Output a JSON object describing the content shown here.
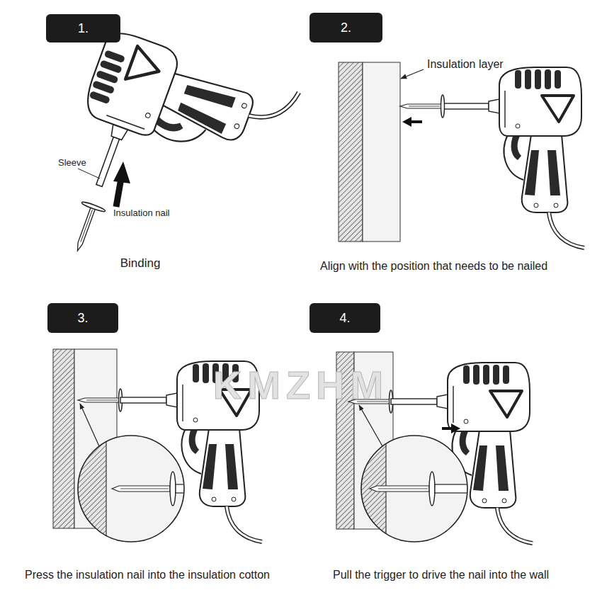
{
  "diagram": {
    "nodes": [
      {
        "text": [
          "1."
        ]
      },
      {
        "text": [
          "2."
        ]
      },
      {
        "text": [
          "3."
        ]
      },
      {
        "text": [
          "4."
        ]
      }
    ],
    "labels": [
      "Sleeve",
      "Insulation nail",
      "Binding",
      "Insulation layer",
      "Align with the position that needs to be nailed",
      "KMZHM",
      "Press the insulation nail into the insulation cotton",
      "Pull the trigger to drive the nail into the wall"
    ]
  }
}
